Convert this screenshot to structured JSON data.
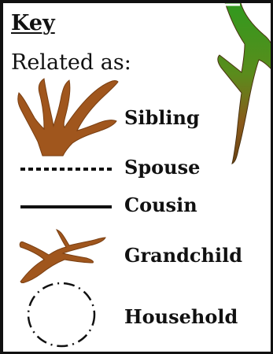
{
  "key": {
    "title": "Key",
    "subtitle": "Related as:",
    "items": [
      {
        "label": "Sibling",
        "symbol": "brown-branching-tree-icon",
        "color": "#a0561d"
      },
      {
        "label": "Spouse",
        "symbol": "dotted-line",
        "color": "#111111"
      },
      {
        "label": "Cousin",
        "symbol": "solid-line",
        "color": "#111111"
      },
      {
        "label": "Grandchild",
        "symbol": "brown-twig-icon",
        "color": "#a0561d"
      },
      {
        "label": "Household",
        "symbol": "dash-dot-circle",
        "color": "#111111"
      }
    ]
  },
  "decoration": {
    "branch_gradient": [
      "#2f9a1e",
      "#8a5a1a"
    ]
  }
}
